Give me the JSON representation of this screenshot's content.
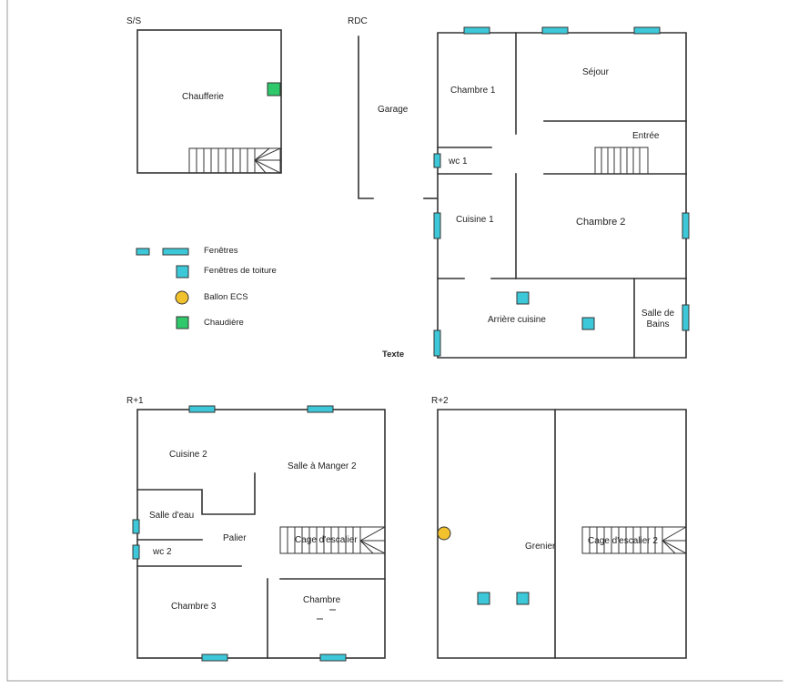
{
  "sections": {
    "ss": "S/S",
    "rdc": "RDC",
    "r1": "R+1",
    "r2": "R+2"
  },
  "rooms": {
    "chaufferie": "Chaufferie",
    "garage": "Garage",
    "chambre1": "Chambre 1",
    "sejour": "Séjour",
    "entree": "Entrée",
    "wc1": "wc 1",
    "cuisine1": "Cuisine 1",
    "chambre2": "Chambre 2",
    "arriere_cuisine": "Arrière cuisine",
    "salle_de_bains_1": "Salle de",
    "salle_de_bains_2": "Bains",
    "texte": "Texte",
    "cuisine2": "Cuisine 2",
    "salle_a_manger2": "Salle à Manger 2",
    "salle_deau": "Salle d'eau",
    "palier": "Palier",
    "wc2": "wc 2",
    "cage_escalier": "Cage d'escalier",
    "chambre3": "Chambre 3",
    "chambre": "Chambre",
    "grenier": "Grenier",
    "cage_escalier2": "Cage d'escalier 2"
  },
  "legend": {
    "fenetres": "Fenêtres",
    "fenetres_toiture": "Fenêtres de toiture",
    "ballon_ecs": "Ballon ECS",
    "chaudiere": "Chaudière"
  },
  "colors": {
    "window": "#3cc8d8",
    "roof_window": "#3cc8d8",
    "ballon": "#f2c12e",
    "chaudiere": "#2fc86a",
    "wall": "#333333"
  }
}
